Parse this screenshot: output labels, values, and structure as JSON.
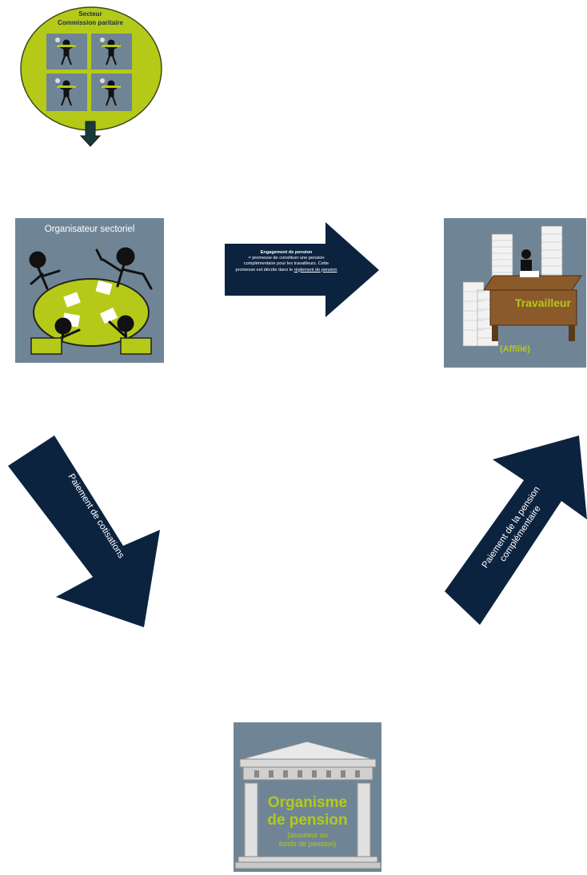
{
  "sector": {
    "title_line1": "Secteur",
    "title_line2": "Commission paritaire"
  },
  "organisateur": {
    "title": "Organisateur sectoriel"
  },
  "engagement": {
    "title": "Engagement de pension",
    "line1": "= promesse de constituer une pension",
    "line2": "complémentaire pour les travailleurs. Cette",
    "line3": "promesse est décrite dans le",
    "link": "règlement de pension"
  },
  "travailleur": {
    "label": "Travailleur",
    "sub": "(Affilié)"
  },
  "cotisations": {
    "label": "Paiement de cotisations"
  },
  "pension_payment": {
    "line1": "Paiement de la pension",
    "line2": "complémentaire"
  },
  "organisme": {
    "line1": "Organisme",
    "line2": "de pension",
    "line3": "(assureur ou",
    "line4": "fonds de pension)"
  },
  "colors": {
    "navy": "#0c2340",
    "slate": "#6f8596",
    "lime": "#b5c918",
    "brown": "#8b5a2b"
  }
}
